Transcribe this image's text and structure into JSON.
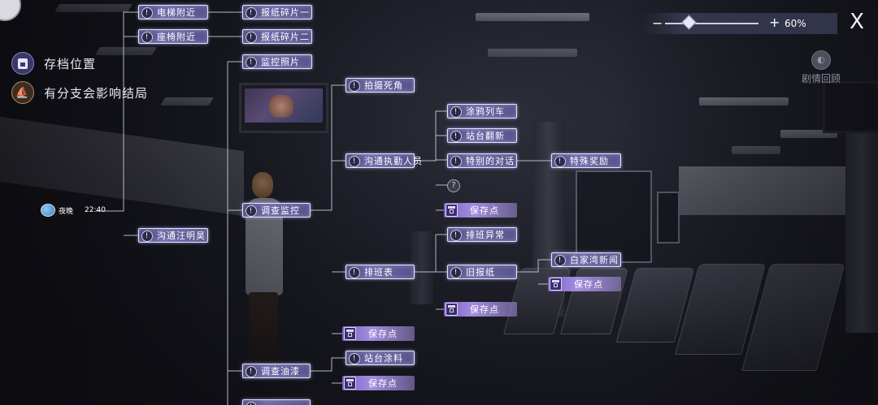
{
  "legend": {
    "save_label": "存档位置",
    "branch_label": "有分支会影响结局"
  },
  "start": {
    "label": "夜晚",
    "time": "22:40"
  },
  "zoom": {
    "minus": "−",
    "plus": "+",
    "value_text": "60%",
    "value": 0.6
  },
  "close_glyph": "X",
  "recap_label": "剧情回顾",
  "unknown_glyph": "?",
  "nodes": {
    "elevator": "电梯附近",
    "seat": "座椅附近",
    "scrap1": "报纸碎片一",
    "scrap2": "报纸碎片二",
    "cctv_photo": "监控照片",
    "blind_spot": "拍摄死角",
    "talk_duty": "沟通执勤人员",
    "graffiti_train": "涂鸦列车",
    "station_renovation": "站台翻新",
    "special_talk": "特别的对话",
    "special_reward": "特殊奖励",
    "save_a": "保存点",
    "investigate_cctv": "调查监控",
    "talk_wang": "沟通汪明昊",
    "schedule_abnormal": "排班异常",
    "schedule": "排班表",
    "old_newspaper": "旧报纸",
    "baijiawan_news": "白家湾新闻",
    "save_b": "保存点",
    "save_c": "保存点",
    "save_d": "保存点",
    "investigate_paint": "调查油漆",
    "station_paint": "站台涂料",
    "save_e": "保存点"
  },
  "colors": {
    "node_fill": "#6d6aa8",
    "node_border": "#e8e4ff",
    "save_fill": "#a48de0",
    "line": "#d4d1e4"
  }
}
